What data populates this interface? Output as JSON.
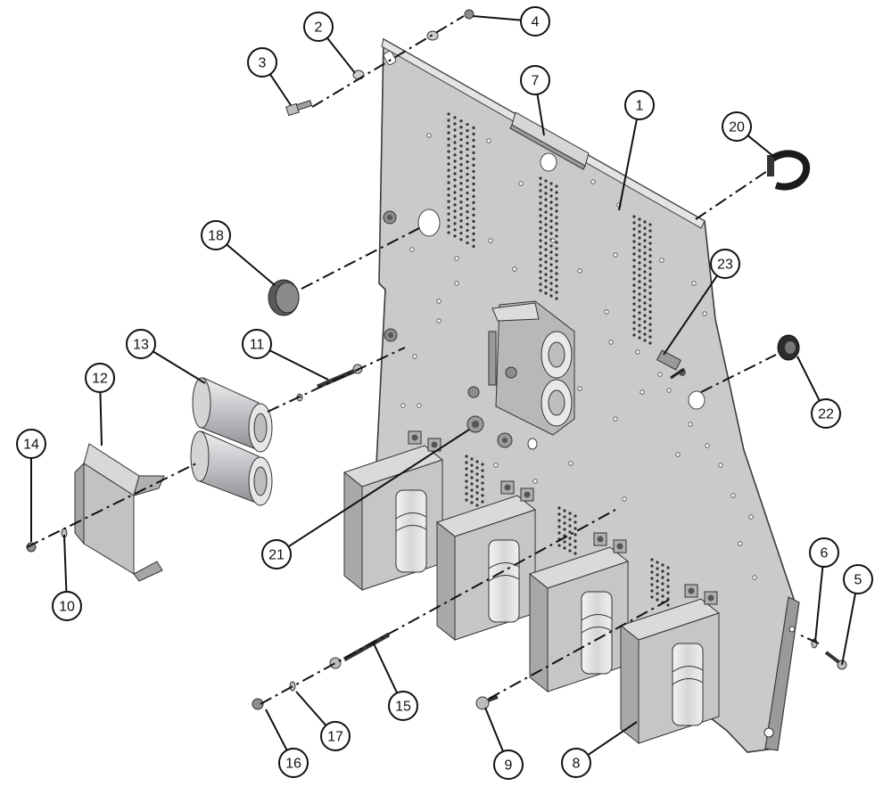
{
  "diagram": {
    "type": "exploded parts view",
    "palette": {
      "plate": "#c9c9cc",
      "plate_edge": "#3a3a3a",
      "part_light": "#d8d8da",
      "part_dark": "#8f8f93",
      "hole": "#ffffff",
      "leader": "#111111"
    },
    "callouts": [
      {
        "id": "c1",
        "label": "1"
      },
      {
        "id": "c2",
        "label": "2"
      },
      {
        "id": "c3",
        "label": "3"
      },
      {
        "id": "c4",
        "label": "4"
      },
      {
        "id": "c5",
        "label": "5"
      },
      {
        "id": "c6",
        "label": "6"
      },
      {
        "id": "c7",
        "label": "7"
      },
      {
        "id": "c8",
        "label": "8"
      },
      {
        "id": "c9",
        "label": "9"
      },
      {
        "id": "c10",
        "label": "10"
      },
      {
        "id": "c11",
        "label": "11"
      },
      {
        "id": "c12",
        "label": "12"
      },
      {
        "id": "c13",
        "label": "13"
      },
      {
        "id": "c14",
        "label": "14"
      },
      {
        "id": "c15",
        "label": "15"
      },
      {
        "id": "c16",
        "label": "16"
      },
      {
        "id": "c17",
        "label": "17"
      },
      {
        "id": "c18",
        "label": "18"
      },
      {
        "id": "c20",
        "label": "20"
      },
      {
        "id": "c21",
        "label": "21"
      },
      {
        "id": "c22",
        "label": "22"
      },
      {
        "id": "c23",
        "label": "23"
      }
    ]
  }
}
